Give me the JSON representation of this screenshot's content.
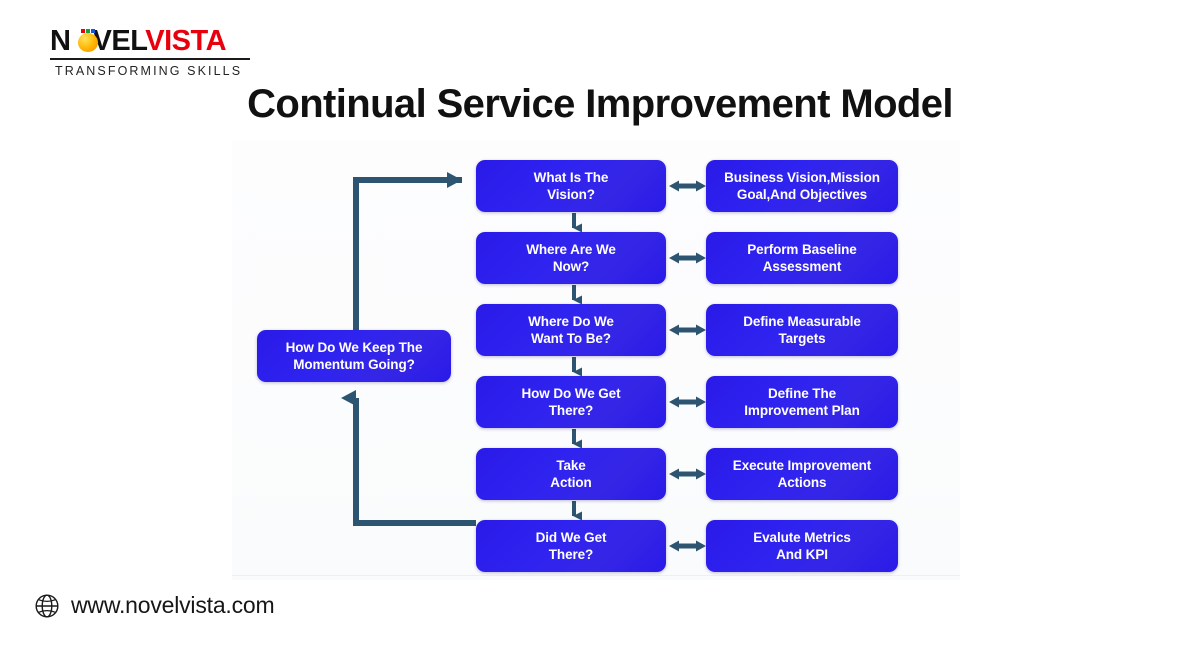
{
  "brand": {
    "name_part1": "N",
    "name_part2": "VEL",
    "name_part3": "VISTA",
    "tagline": "TRANSFORMING SKILLS",
    "logo_icon": "lightbulb-icon",
    "accent_red": "#e8000d",
    "accent_yellow": "#ffb300"
  },
  "page_title": "Continual Service Improvement Model",
  "colors": {
    "node_blue": "#2a1ae8",
    "connector": "#2d5571",
    "text_dark": "#111111"
  },
  "diagram": {
    "steps": [
      {
        "question": "What Is The\nVision?",
        "outcome": "Business Vision,Mission\nGoal,And Objectives"
      },
      {
        "question": "Where Are We\nNow?",
        "outcome": "Perform Baseline\nAssessment"
      },
      {
        "question": "Where Do We\nWant To Be?",
        "outcome": "Define Measurable\nTargets"
      },
      {
        "question": "How Do We Get\nThere?",
        "outcome": "Define The\nImprovement Plan"
      },
      {
        "question": "Take\nAction",
        "outcome": "Execute Improvement\nActions"
      },
      {
        "question": "Did We Get\nThere?",
        "outcome": "Evalute Metrics\nAnd KPI"
      }
    ],
    "momentum_box": "How Do We Keep The\nMomentum Going?"
  },
  "footer": {
    "website": "www.novelvista.com",
    "icon": "globe-icon"
  }
}
